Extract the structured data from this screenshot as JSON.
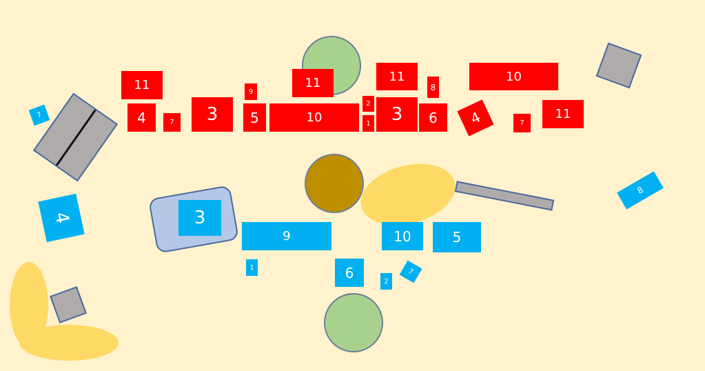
{
  "red_boxes": [
    "11",
    "4",
    "7",
    "3",
    "9",
    "5",
    "10",
    "11",
    "2",
    "1",
    "3",
    "11",
    "8",
    "6",
    "4",
    "10",
    "7",
    "11"
  ],
  "blue_boxes": [
    "7",
    "4",
    "3",
    "9",
    "1",
    "6",
    "2",
    "7",
    "10",
    "5",
    "8"
  ],
  "colors": {
    "background": "#fff2cc",
    "red": "#ff0000",
    "blue": "#00b0f0",
    "gray": "#afabab",
    "green": "#a9d18e",
    "brown": "#bf8f00",
    "yellow": "#ffd966",
    "lightblue": "#b4c7e7"
  }
}
